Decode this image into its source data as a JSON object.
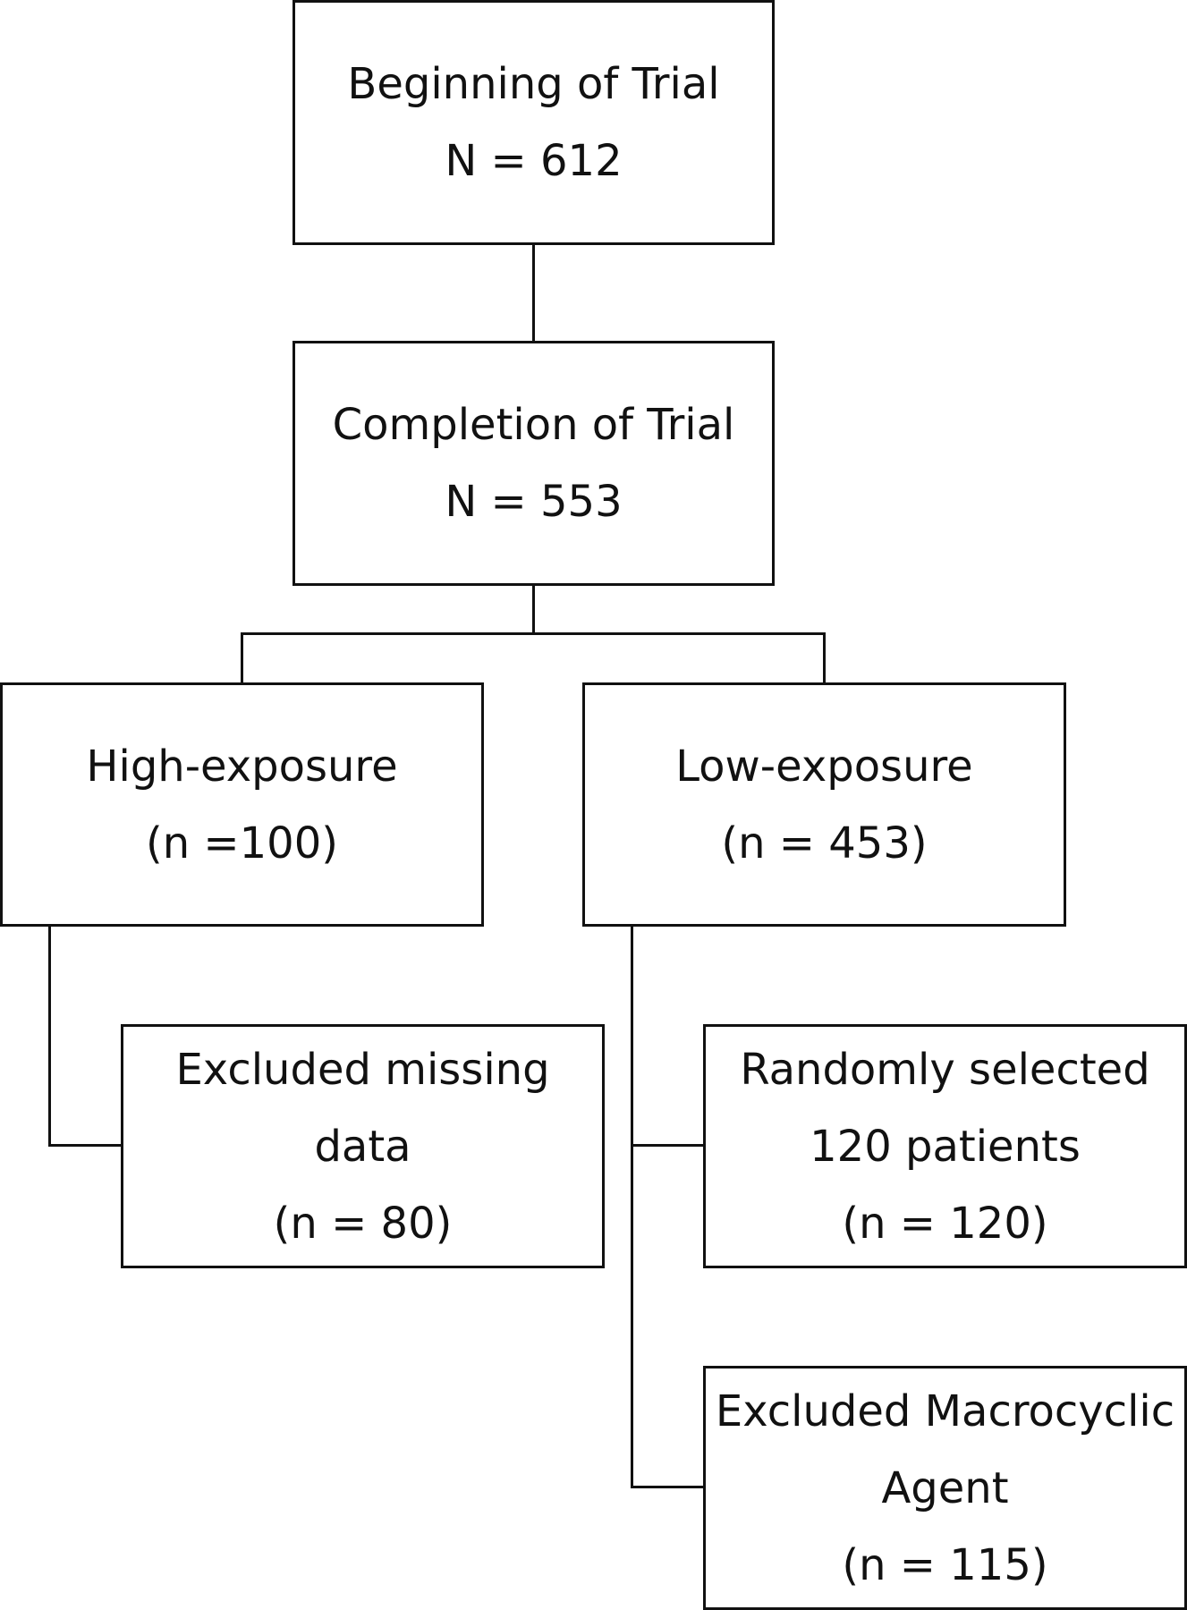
{
  "diagram": {
    "boxes": {
      "beginning": {
        "line1": "Beginning of Trial",
        "line2": "N = 612"
      },
      "completion": {
        "line1": "Completion of Trial",
        "line2": "N = 553"
      },
      "high": {
        "line1": "High-exposure",
        "line2": "(n =100)"
      },
      "low": {
        "line1": "Low-exposure",
        "line2": "(n = 453)"
      },
      "excluded_missing": {
        "line1": "Excluded missing",
        "line2": "data",
        "line3": "(n = 80)"
      },
      "random": {
        "line1": "Randomly selected",
        "line2": "120 patients",
        "line3": "(n = 120)"
      },
      "excluded_macro": {
        "line1": "Excluded Macrocyclic",
        "line2": "Agent",
        "line3": "(n = 115)"
      }
    }
  }
}
